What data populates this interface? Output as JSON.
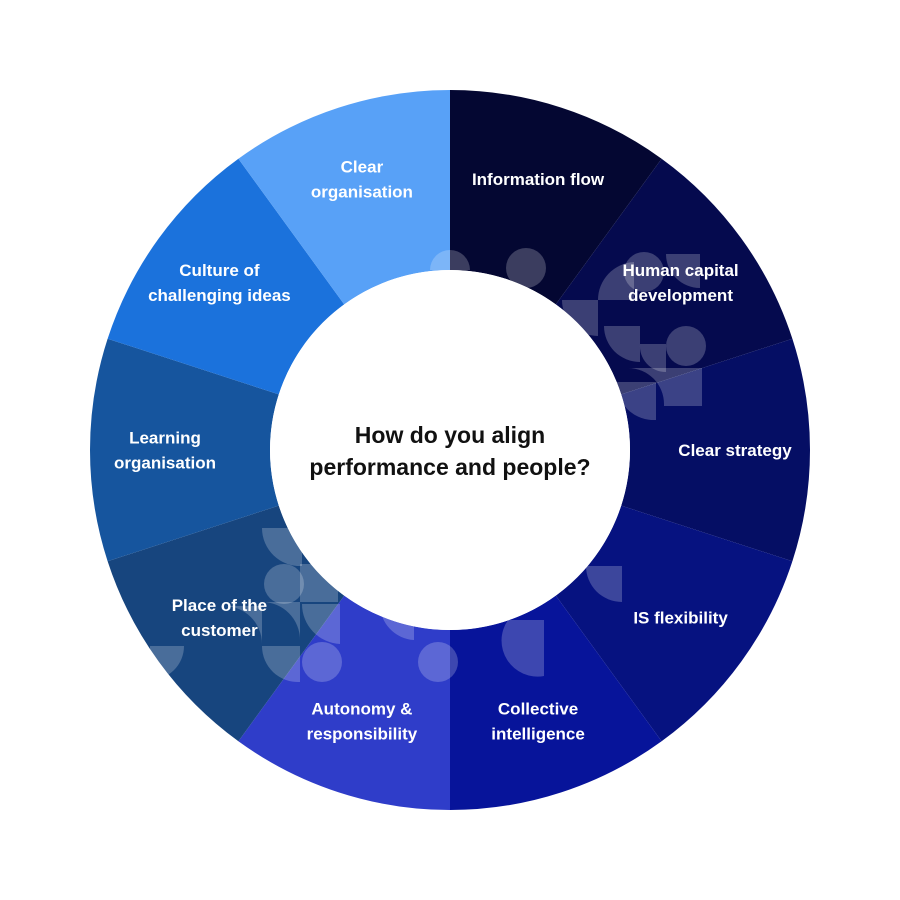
{
  "center": {
    "lines": [
      "How do you align",
      "performance and people?"
    ]
  },
  "segments": [
    {
      "id": "information-flow",
      "lines": [
        "Information flow"
      ],
      "color": "#040732"
    },
    {
      "id": "human-capital-development",
      "lines": [
        "Human capital",
        "development"
      ],
      "color": "#050a4e"
    },
    {
      "id": "clear-strategy",
      "lines": [
        "Clear strategy"
      ],
      "color": "#050e64"
    },
    {
      "id": "is-flexibility",
      "lines": [
        "IS flexibility"
      ],
      "color": "#061280"
    },
    {
      "id": "collective-intelligence",
      "lines": [
        "Collective",
        "intelligence"
      ],
      "color": "#07149a"
    },
    {
      "id": "autonomy-responsibility",
      "lines": [
        "Autonomy &",
        "responsibility"
      ],
      "color": "#2f3dc9"
    },
    {
      "id": "place-of-the-customer",
      "lines": [
        "Place of the",
        "customer"
      ],
      "color": "#17457e"
    },
    {
      "id": "learning-organisation",
      "lines": [
        "Learning",
        "organisation"
      ],
      "color": "#16559e"
    },
    {
      "id": "culture-of-challenging-ideas",
      "lines": [
        "Culture of",
        "challenging ideas"
      ],
      "color": "#1b72dc"
    },
    {
      "id": "clear-organisation",
      "lines": [
        "Clear",
        "organisation"
      ],
      "color": "#58a1f7"
    }
  ]
}
